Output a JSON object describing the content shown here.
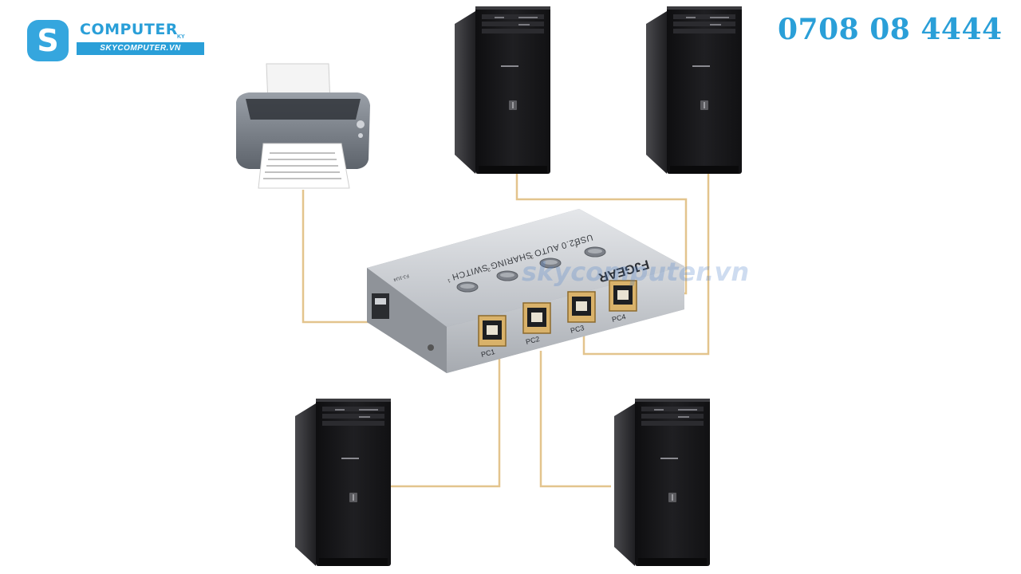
{
  "logo": {
    "letter": "S",
    "name": "COMPUTER",
    "sky": "KY",
    "url": "SKYCOMPUTER.VN"
  },
  "phone": "0708 08 4444",
  "watermark": "skycomputer.vn",
  "switch": {
    "brand": "FJGEAR",
    "title": "USB2.0 AUTO SHARING SWITCH",
    "model": "FJ-1U4",
    "port_labels": [
      "PC1",
      "PC2",
      "PC3",
      "PC4"
    ],
    "led_labels": [
      "1",
      "2",
      "3",
      "4"
    ]
  },
  "colors": {
    "cable": "#e3c48d",
    "accent": "#2a9fd8",
    "case": "#1c1c1e",
    "switch_body": "#c9ccd1"
  }
}
